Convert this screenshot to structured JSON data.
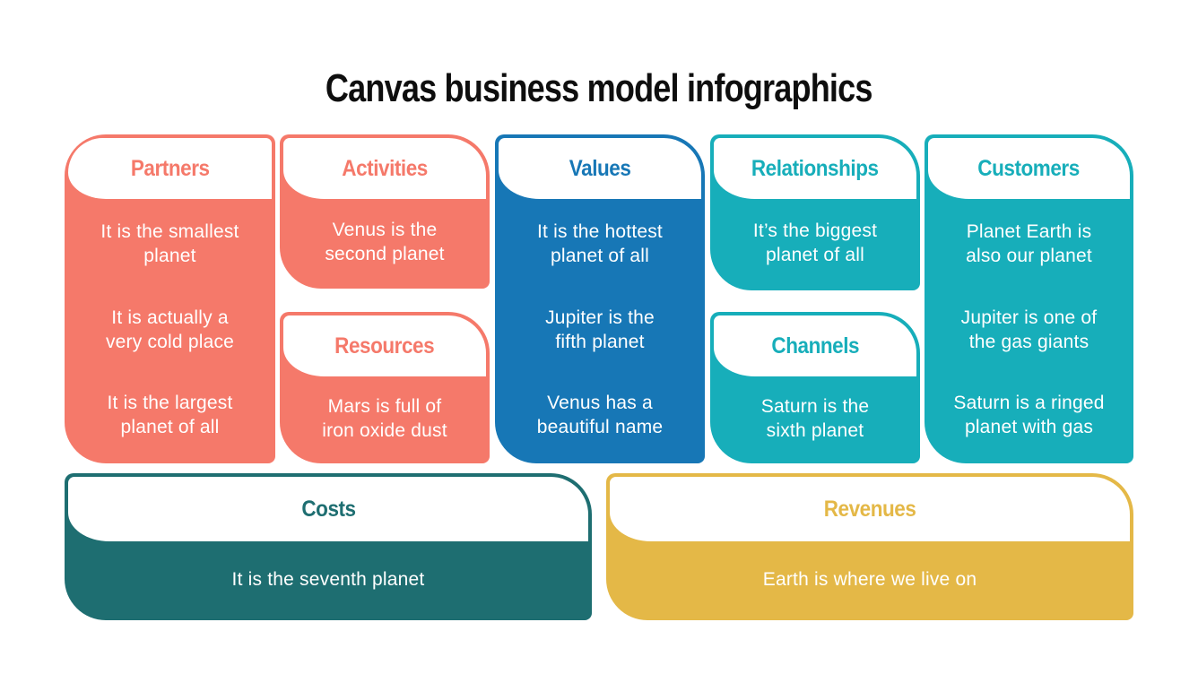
{
  "slide_title": "Canvas business model infographics",
  "colors": {
    "background": "#FFFFFF",
    "title_text": "#0E0E0E",
    "card_text": "#FFFFFF",
    "coral": "#F5796A",
    "blue": "#1777B6",
    "teal": "#17AEBA",
    "dark_teal": "#1E6E71",
    "gold": "#E4B847"
  },
  "cards": {
    "partners": {
      "title": "Partners",
      "color": "#F5796A",
      "items": [
        "It is the smallest\nplanet",
        "It is actually a\nvery cold place",
        "It is the largest\nplanet of all"
      ]
    },
    "activities": {
      "title": "Activities",
      "color": "#F5796A",
      "items": [
        "Venus is the\nsecond planet"
      ]
    },
    "resources": {
      "title": "Resources",
      "color": "#F5796A",
      "items": [
        "Mars is full of\niron oxide dust"
      ]
    },
    "values": {
      "title": "Values",
      "color": "#1777B6",
      "items": [
        "It is the hottest\nplanet of all",
        "Jupiter is the\nfifth planet",
        "Venus has a\nbeautiful name"
      ]
    },
    "relationships": {
      "title": "Relationships",
      "color": "#17AEBA",
      "items": [
        "It’s the biggest\nplanet of all"
      ]
    },
    "channels": {
      "title": "Channels",
      "color": "#17AEBA",
      "items": [
        "Saturn is the\nsixth planet"
      ]
    },
    "customers": {
      "title": "Customers",
      "color": "#17AEBA",
      "items": [
        "Planet Earth is\nalso our planet",
        "Jupiter is one of\nthe gas giants",
        "Saturn is a ringed\nplanet with gas"
      ]
    },
    "costs": {
      "title": "Costs",
      "color": "#1E6E71",
      "items": [
        "It is the seventh planet"
      ]
    },
    "revenues": {
      "title": "Revenues",
      "color": "#E4B847",
      "items": [
        "Earth is where we live on"
      ]
    }
  }
}
